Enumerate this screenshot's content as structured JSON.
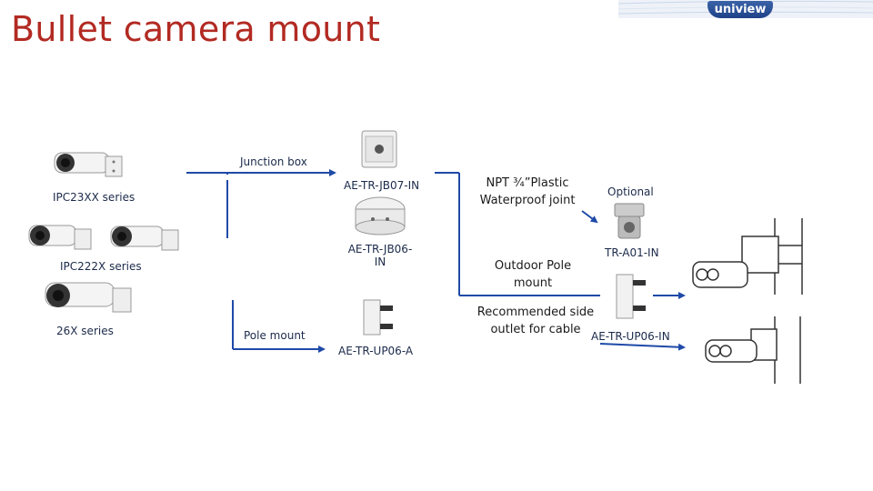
{
  "slide": {
    "title": "Bullet camera mount",
    "logo_text": "uniview"
  },
  "cameras": [
    {
      "name": "IPC23XX series"
    },
    {
      "name": "IPC222X series"
    },
    {
      "name": "26X series"
    }
  ],
  "mount_types": {
    "junction_box": "Junction box",
    "pole_mount": "Pole mount"
  },
  "accessories": {
    "jb07": "AE-TR-JB07-IN",
    "jb06_line1": "AE-TR-JB06-",
    "jb06_line2": "IN",
    "up06a": "AE-TR-UP06-A",
    "joint_line1": "NPT ¾”Plastic",
    "joint_line2": "Waterproof joint",
    "optional": "Optional",
    "tr_a01": "TR-A01-IN",
    "outdoor_line1": "Outdoor Pole",
    "outdoor_line2": "mount",
    "side_line1": "Recommended side",
    "side_line2": "outlet for cable",
    "up06_in": "AE-TR-UP06-IN"
  },
  "colors": {
    "title": "#b22a22",
    "arrow": "#1f4aa8",
    "label": "#1b2a4a"
  }
}
